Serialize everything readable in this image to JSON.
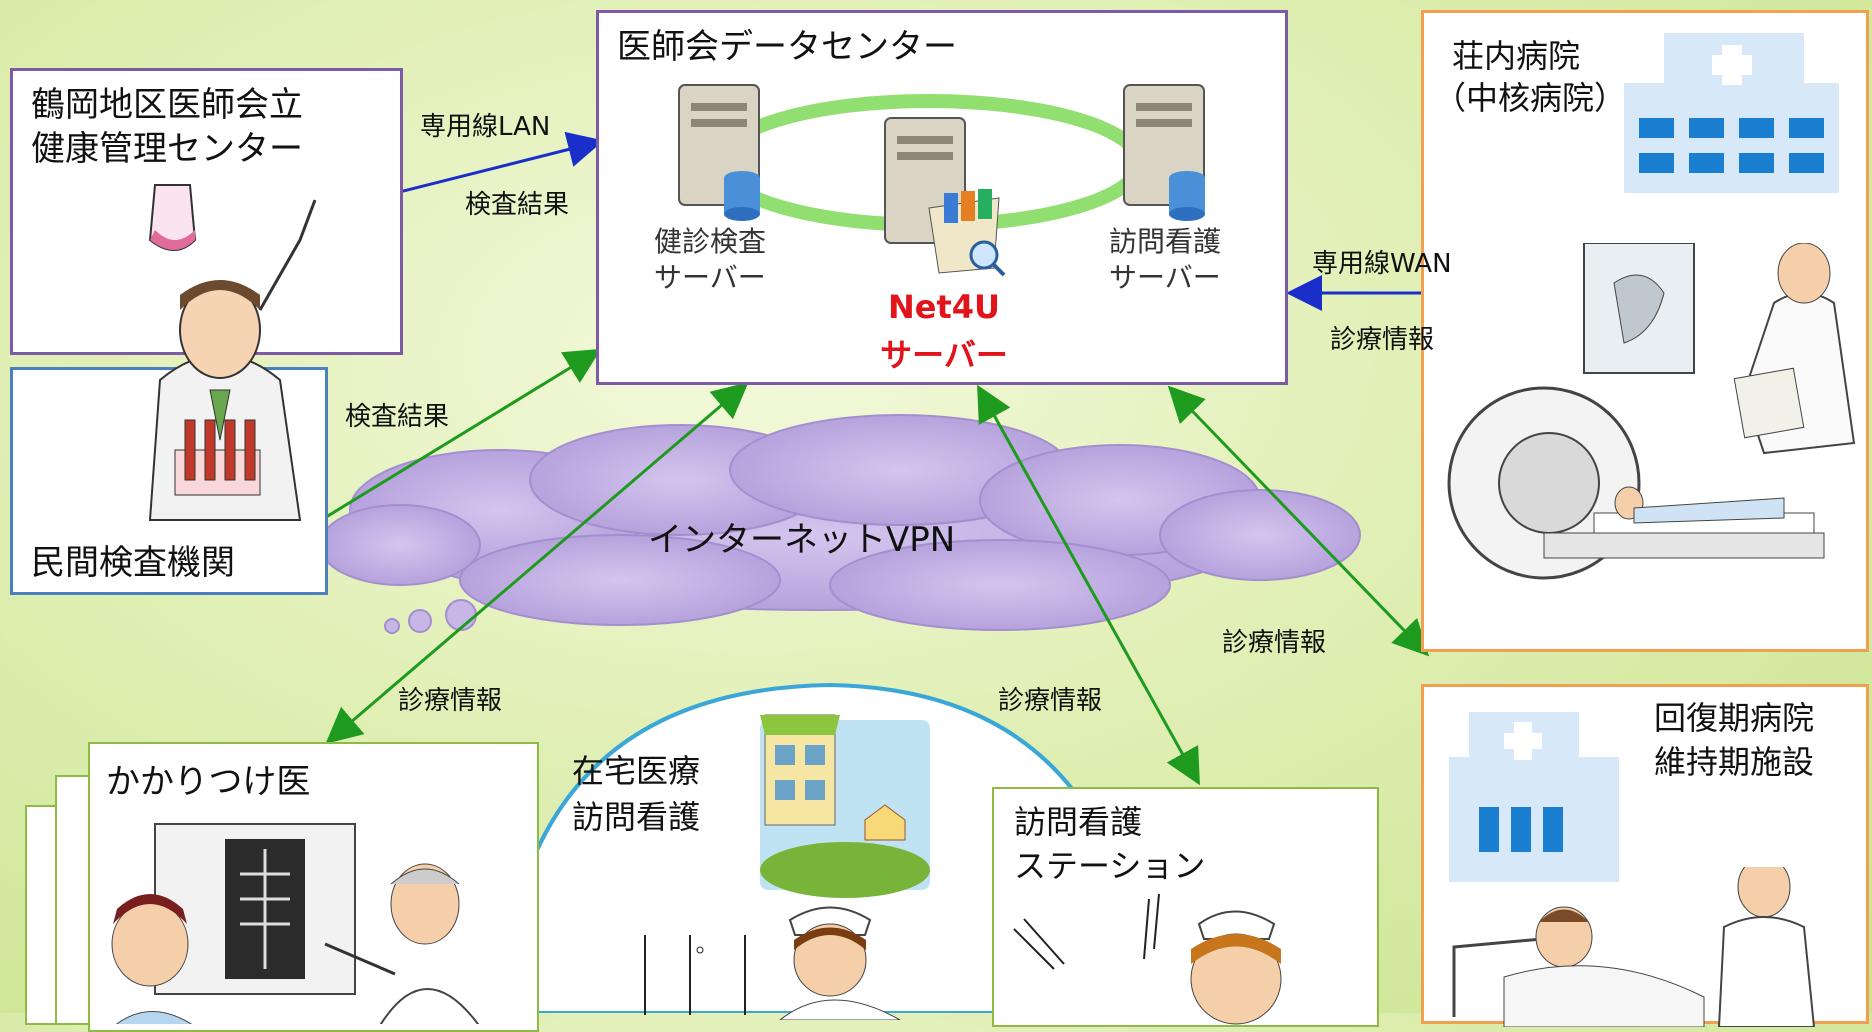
{
  "tsuruoka": {
    "title_line1": "鶴岡地区医師会立",
    "title_line2": "健康管理センター"
  },
  "private_lab": {
    "title": "民間検査機関"
  },
  "datacenter": {
    "title": "医師会データセンター",
    "server_left_line1": "健診検査",
    "server_left_line2": "サーバー",
    "server_right_line1": "訪問看護",
    "server_right_line2": "サーバー",
    "net4u_line1": "Net4U",
    "net4u_line2": "サーバー"
  },
  "shonai": {
    "title_line1": "荘内病院",
    "title_line2": "（中核病院）"
  },
  "kaifuku": {
    "title_line1": "回復期病院",
    "title_line2": "維持期施設"
  },
  "kakaritsuke": {
    "title": "かかりつけ医"
  },
  "zaitaku": {
    "title_line1": "在宅医療",
    "title_line2": "訪問看護"
  },
  "station": {
    "title_line1": "訪問看護",
    "title_line2": "ステーション"
  },
  "cloud": {
    "label": "インターネットVPN"
  },
  "links": {
    "lan": "専用線LAN",
    "lan_result": "検査結果",
    "lab_result": "検査結果",
    "wan": "専用線WAN",
    "wan_info": "診療情報",
    "info_right": "診療情報",
    "info_left": "診療情報",
    "info_center": "診療情報"
  },
  "colors": {
    "lan_arrow": "#1a2fc9",
    "vpn_arrow": "#1e9a1e",
    "net4u": "#e0141a",
    "ring": "#7ed957",
    "cloud": "#b9a3dd"
  }
}
